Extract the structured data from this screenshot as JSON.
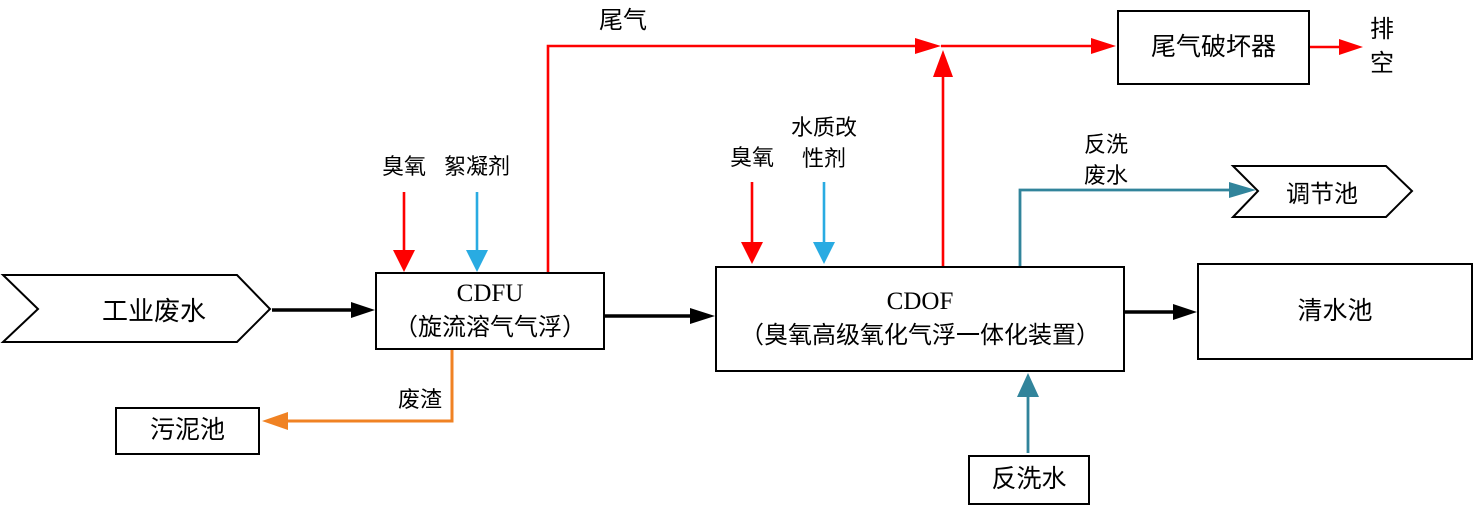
{
  "colors": {
    "black": "#000000",
    "red": "#fe0000",
    "blue": "#29abe2",
    "teal": "#31849b",
    "orange": "#f08223"
  },
  "nodes": {
    "industrial_wastewater": {
      "label": "工业废水"
    },
    "cdfu": {
      "title": "CDFU",
      "subtitle": "（旋流溶气气浮）"
    },
    "cdof": {
      "title": "CDOF",
      "subtitle": "（臭氧高级氧化气浮一体化装置）"
    },
    "tail_gas_destroyer": {
      "label": "尾气破坏器"
    },
    "clear_water_tank": {
      "label": "清水池"
    },
    "regulation_tank": {
      "label": "调节池"
    },
    "sludge_tank": {
      "label": "污泥池"
    },
    "backwash_water": {
      "label": "反洗水"
    }
  },
  "flow_labels": {
    "tail_gas": "尾气",
    "ozone_cdfu": "臭氧",
    "flocculant": "絮凝剂",
    "ozone_cdof": "臭氧",
    "water_modifier": {
      "line1": "水质改",
      "line2": "性剂"
    },
    "backwash_wastewater": {
      "line1": "反洗",
      "line2": "废水"
    },
    "vent": {
      "line1": "排",
      "line2": "空"
    },
    "waste_residue": "废渣"
  }
}
